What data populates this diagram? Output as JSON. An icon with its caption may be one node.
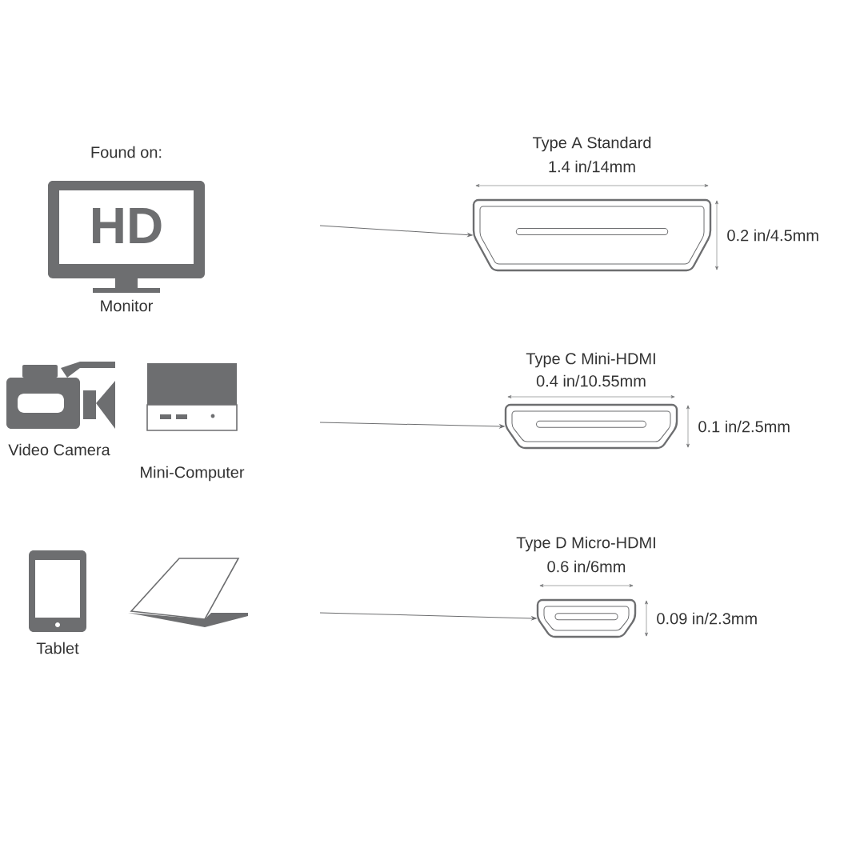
{
  "diagram": {
    "nodes": [
      {
        "text": [
          "Type A Standard",
          "1.4 in/14mm"
        ],
        "beside": [
          "0.2 in/4.5mm"
        ]
      },
      {
        "text": [
          "Type C Mini-HDMI",
          "0.4 in/10.55mm"
        ],
        "beside": [
          "0.1 in/2.5mm"
        ]
      },
      {
        "text": [
          "Type D Micro-HDMI",
          "0.6 in/6mm"
        ],
        "beside": [
          "0.09 in/2.3mm"
        ]
      }
    ],
    "edges": [
      {
        "from": null,
        "to": 0,
        "arrow": "to"
      },
      {
        "from": null,
        "to": 1,
        "arrow": "to"
      },
      {
        "from": null,
        "to": 2,
        "arrow": "to"
      }
    ],
    "labels": [
      "Found on:",
      "HD",
      "Monitor",
      "Video Camera",
      "Mini-Computer",
      "Tablet"
    ]
  }
}
